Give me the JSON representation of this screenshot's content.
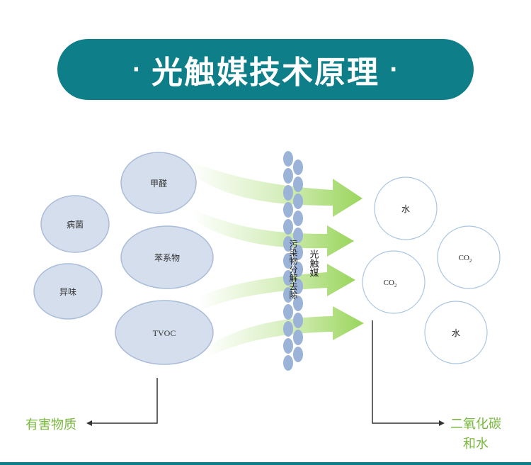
{
  "title": "光触媒技术原理",
  "pollutants": [
    "甲醛",
    "病菌",
    "苯系物",
    "异味",
    "TVOC"
  ],
  "barrier": {
    "process_label": "污染物分解去除",
    "catalyst_label": "光触媒"
  },
  "products": [
    {
      "text": "水"
    },
    {
      "text": "CO",
      "sub": "2"
    },
    {
      "text": "CO",
      "sub": "2"
    },
    {
      "text": "水"
    }
  ],
  "left_label": "有害物质",
  "right_label_line1": "二氧化碳",
  "right_label_line2": "和水",
  "colors": {
    "banner": "#0e7f88",
    "arrow_green": "#8fd14a",
    "ellipse_fill": "#d5deec",
    "ellipse_stroke": "#a9bcd8",
    "bead_fill": "#9bb3d6",
    "label_green": "#79b83e",
    "circle_stroke": "#a9c5e3"
  }
}
